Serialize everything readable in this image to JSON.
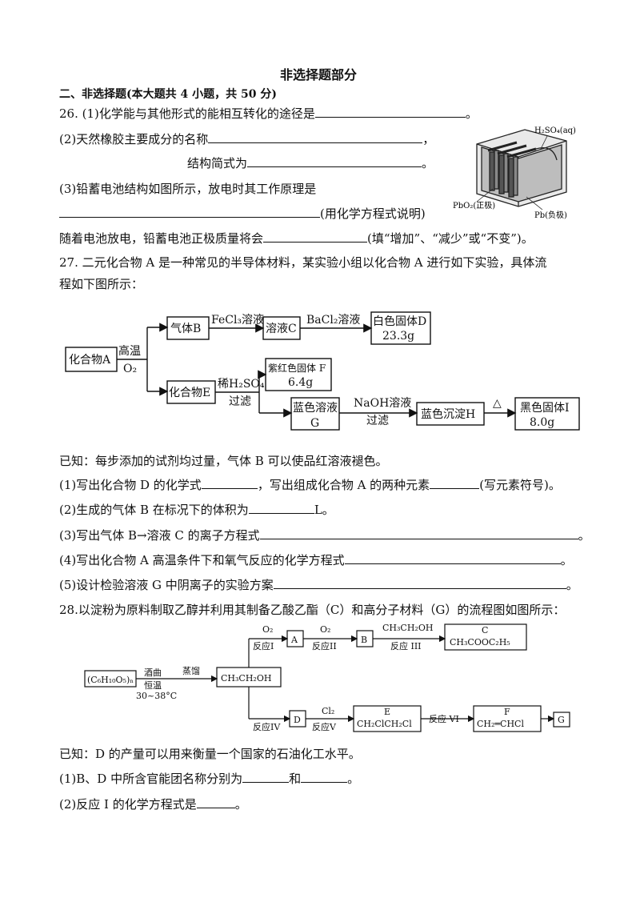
{
  "page_title": "非选择题部分",
  "section_heading": "二、非选择题(本大题共 4 小题，共 50 分)",
  "q26": {
    "l1": "26. (1)化学能与其他形式的能相互转化的途径是",
    "l1_end": "。",
    "l2": "(2)天然橡胶主要成分的名称",
    "l2_end": "，",
    "l3": "结构简式为",
    "l3_end": "。",
    "l4": "(3)铅蓄电池结构如图所示，放电时其工作原理是",
    "l5_end": "(用化学方程式说明)",
    "l6": "随着电池放电，铅蓄电池正极质量将会",
    "l6_end": "(填“增加”、“减少”或“不变”)。",
    "fig_h2so4": "H₂SO₄(aq)",
    "fig_pbo2": "PbO₂(正极)",
    "fig_pb": "Pb(负极)"
  },
  "q27": {
    "l1": "27. 二元化合物 A 是一种常见的半导体材料，某实验小组以化合物 A 进行如下实验，具体流",
    "l2": "程如下图所示：",
    "flow": {
      "compound_a": "化合物A",
      "high_temp": "高温",
      "o2": "O₂",
      "gas_b": "气体B",
      "fecl3": "FeCl₃溶液",
      "solution_c": "溶液C",
      "bacl2": "BaCl₂溶液",
      "white_solid_d": "白色固体D",
      "mass_d": "23.3g",
      "compound_e": "化合物E",
      "dilute_h2so4": "稀H₂SO₄",
      "filter1": "过滤",
      "purple_red_solid_f": "紫红色固体 F",
      "mass_f": "6.4g",
      "blue_solution": "蓝色溶液",
      "blue_solution_g": "G",
      "naoh": "NaOH溶液",
      "filter2": "过滤",
      "blue_precipitate_h": "蓝色沉淀H",
      "heat": "△",
      "black_solid_i": "黑色固体I",
      "mass_i": "8.0g"
    },
    "known": "已知：每步添加的试剂均过量，气体 B 可以使品红溶液褪色。",
    "p1a": "(1)写出化合物 D 的化学式",
    "p1b": "，写出组成化合物 A 的两种元素",
    "p1c": "(写元素符号)。",
    "p2a": "(2)生成的气体 B 在标况下的体积为",
    "p2b": "L。",
    "p3": "(3)写出气体 B→溶液 C 的离子方程式",
    "p4": "(4)写出化合物 A 高温条件下和氧气反应的化学方程式",
    "p5": "(5)设计检验溶液 G 中阴离子的实验方案",
    "period": "。"
  },
  "q28": {
    "l1": "28.以淀粉为原料制取乙醇并利用其制备乙酸乙酯（C）和高分子材料（G）的流程图如图所示：",
    "flow": {
      "starch": "(C₆H₁₀O₅)ₙ",
      "yeast": "酒曲",
      "constant_temp": "恒温",
      "temp_range": "30~38°C",
      "distill": "蒸馏",
      "ethanol": "CH₃CH₂OH",
      "o2": "O₂",
      "reaction1": "反应I",
      "a": "A",
      "o2b": "O₂",
      "reaction2": "反应II",
      "b": "B",
      "ethanol_reagent": "CH₃CH₂OH",
      "reaction3": "反应 III",
      "c_label": "C",
      "c_formula": "CH₃COOC₂H₅",
      "reaction4": "反应IV",
      "d": "D",
      "cl2": "Cl₂",
      "reaction5": "反应V",
      "e_label": "E",
      "e_formula": "CH₂ClCH₂Cl",
      "reaction6": "反应 VI",
      "f_label": "F",
      "f_formula": "CH₂═CHCl",
      "g": "G"
    },
    "known": "已知：D 的产量可以用来衡量一个国家的石油化工水平。",
    "p1a": "(1)B、D 中所含官能团名称分别为",
    "p1b": "和",
    "p1c": "。",
    "p2a": "(2)反应 I 的化学方程式是",
    "p2b": "。"
  }
}
